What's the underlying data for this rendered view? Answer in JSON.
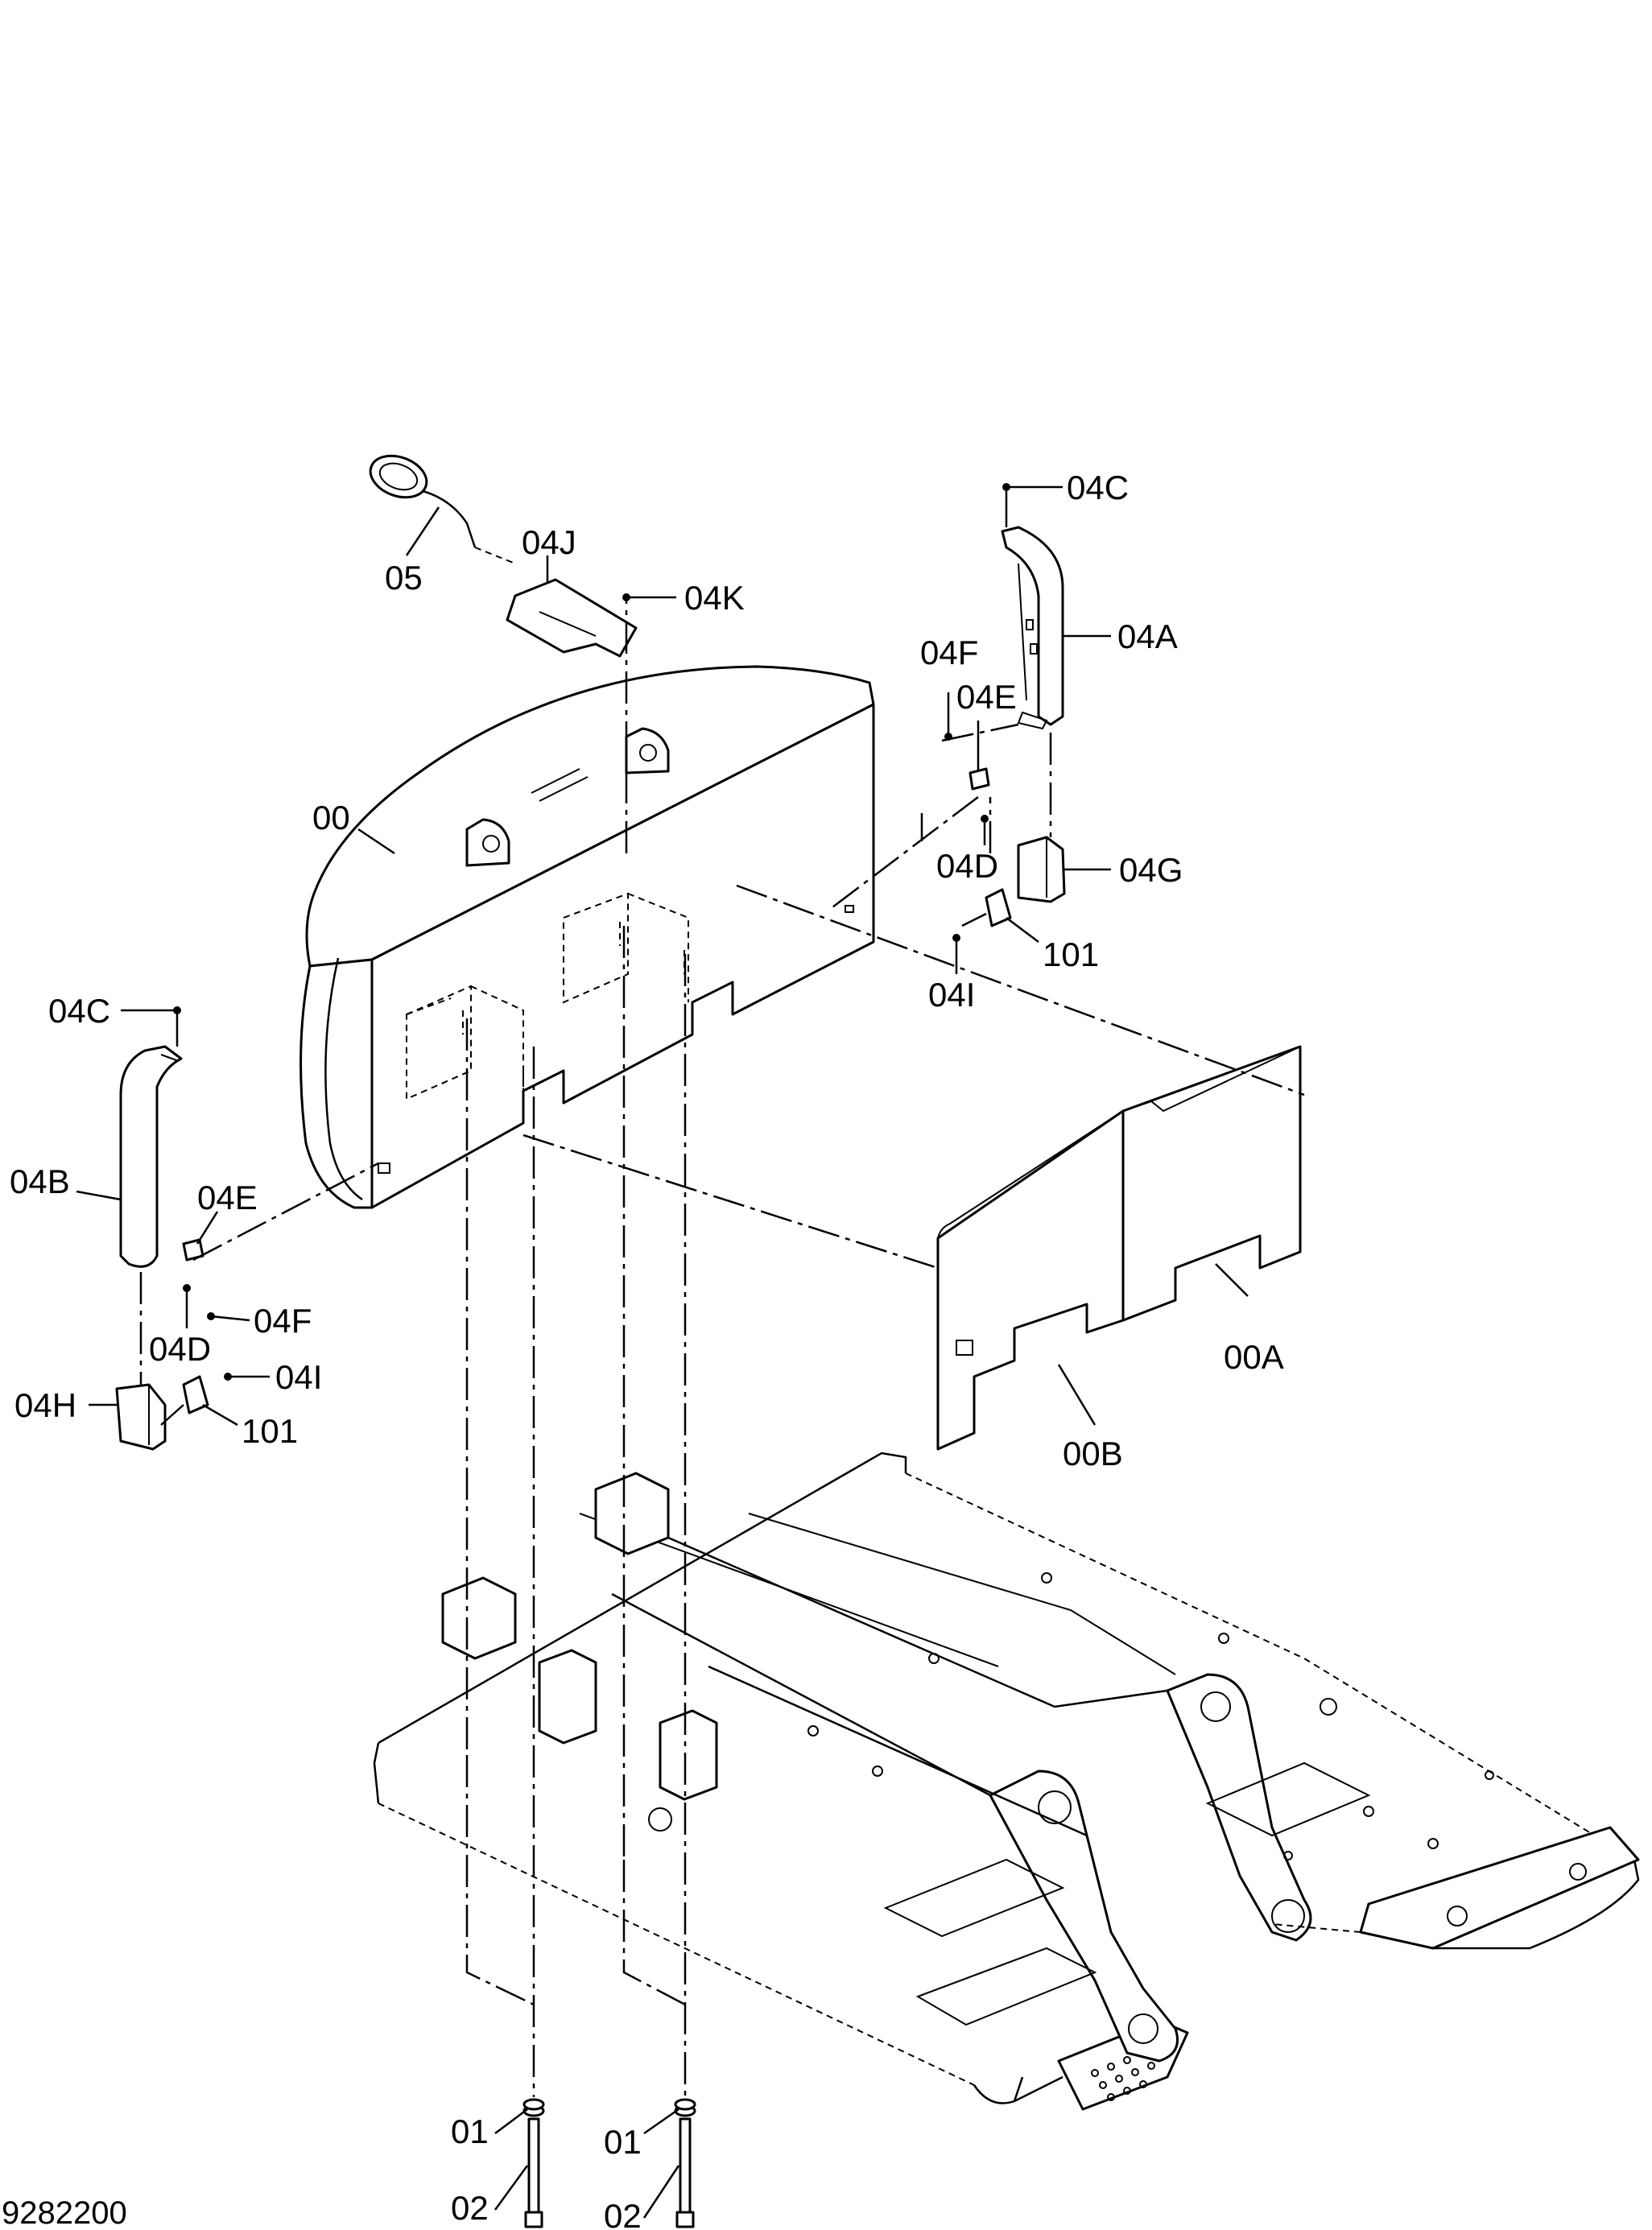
{
  "drawing": {
    "number": "9282200"
  },
  "callouts": {
    "c05": "05",
    "c04J": "04J",
    "c04K": "04K",
    "c04C_right": "04C",
    "c04A": "04A",
    "c04F_right": "04F",
    "c04E_right": "04E",
    "c04D_right": "04D",
    "c04G": "04G",
    "c101_right": "101",
    "c04I_right": "04I",
    "c00": "00",
    "c04C_left": "04C",
    "c04B": "04B",
    "c04E_left": "04E",
    "c04F_left": "04F",
    "c04D_left": "04D",
    "c04H": "04H",
    "c04I_left": "04I",
    "c101_left": "101",
    "c00A": "00A",
    "c00B": "00B",
    "c01_left": "01",
    "c01_right": "01",
    "c02_left": "02",
    "c02_right": "02"
  }
}
